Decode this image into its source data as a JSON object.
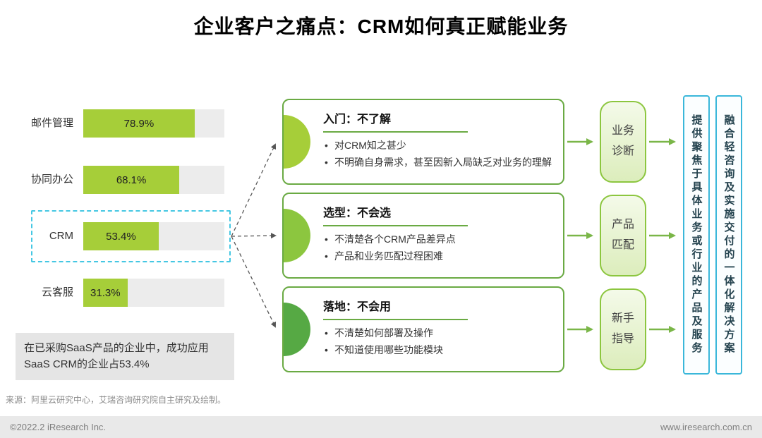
{
  "page": {
    "title": "企业客户之痛点：CRM如何真正赋能业务",
    "source": "来源：阿里云研究中心，艾瑞咨询研究院自主研究及绘制。",
    "footer_left": "©2022.2 iResearch Inc.",
    "footer_right": "www.iresearch.com.cn"
  },
  "chart_data": {
    "type": "bar",
    "orientation": "horizontal",
    "categories": [
      "邮件管理",
      "协同办公",
      "CRM",
      "云客服"
    ],
    "values": [
      78.9,
      68.1,
      53.4,
      31.3
    ],
    "value_labels": [
      "78.9%",
      "68.1%",
      "53.4%",
      "31.3%"
    ],
    "xlim": [
      0,
      100
    ],
    "highlighted_category": "CRM",
    "note": "在已采购SaaS产品的企业中，成功应用SaaS CRM的企业占53.4%"
  },
  "diagram": {
    "pain_points": [
      {
        "title": "入门：不了解",
        "bullets": [
          "对CRM知之甚少",
          "不明确自身需求，甚至因新入局缺乏对业务的理解"
        ],
        "accent": "#a6ce39"
      },
      {
        "title": "选型：不会选",
        "bullets": [
          "不清楚各个CRM产品差异点",
          "产品和业务匹配过程困难"
        ],
        "accent": "#8cc63f"
      },
      {
        "title": "落地：不会用",
        "bullets": [
          "不清楚如何部署及操作",
          "不知道使用哪些功能模块"
        ],
        "accent": "#56a944"
      }
    ],
    "solutions": [
      {
        "label": "业务诊断"
      },
      {
        "label": "产品匹配"
      },
      {
        "label": "新手指导"
      }
    ],
    "outcomes": [
      {
        "text": "提供聚焦于具体业务或行业的产品及服务"
      },
      {
        "text": "融合轻咨询及实施交付的一体化解决方案"
      }
    ]
  },
  "colors": {
    "bar_fill": "#a6ce39",
    "bar_track": "#ececec",
    "highlight_dash": "#45c7e3",
    "pain_border": "#6aaa43",
    "solution_border": "#8cc63f",
    "outcome_border": "#3ab7da",
    "arrow_green": "#7ab648",
    "arrow_dashed": "#555555"
  }
}
